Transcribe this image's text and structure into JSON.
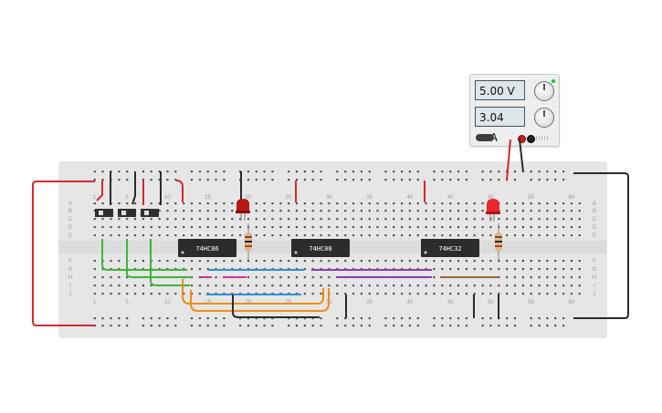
{
  "power_supply": {
    "voltage_display": "5.00 V",
    "current_display": "3.04 mA"
  },
  "chips": [
    {
      "label": "74HC86"
    },
    {
      "label": "74HC08"
    },
    {
      "label": "74HC32"
    }
  ],
  "breadboard": {
    "column_numbers_top": [
      "1",
      "5",
      "10",
      "15",
      "20",
      "25",
      "30",
      "35",
      "40",
      "45",
      "50",
      "55",
      "60"
    ],
    "column_numbers_bottom": [
      "1",
      "5",
      "10",
      "15",
      "20",
      "25",
      "30",
      "35",
      "40",
      "45",
      "50",
      "55",
      "60"
    ],
    "row_letters_top": [
      "A",
      "B",
      "C",
      "D",
      "E"
    ],
    "row_letters_bottom": [
      "F",
      "G",
      "H",
      "I",
      "J"
    ]
  },
  "colors": {
    "board": "#e6e6e6",
    "wire_red": "#d42a2a",
    "wire_black": "#2b2b2b",
    "wire_green": "#3fb43a",
    "wire_blue": "#2f8fd6",
    "wire_purple": "#8a3fb8",
    "wire_orange": "#f08c12",
    "wire_magenta": "#d0329a",
    "wire_brown": "#9a6a3c",
    "led_red": "#b81818"
  }
}
